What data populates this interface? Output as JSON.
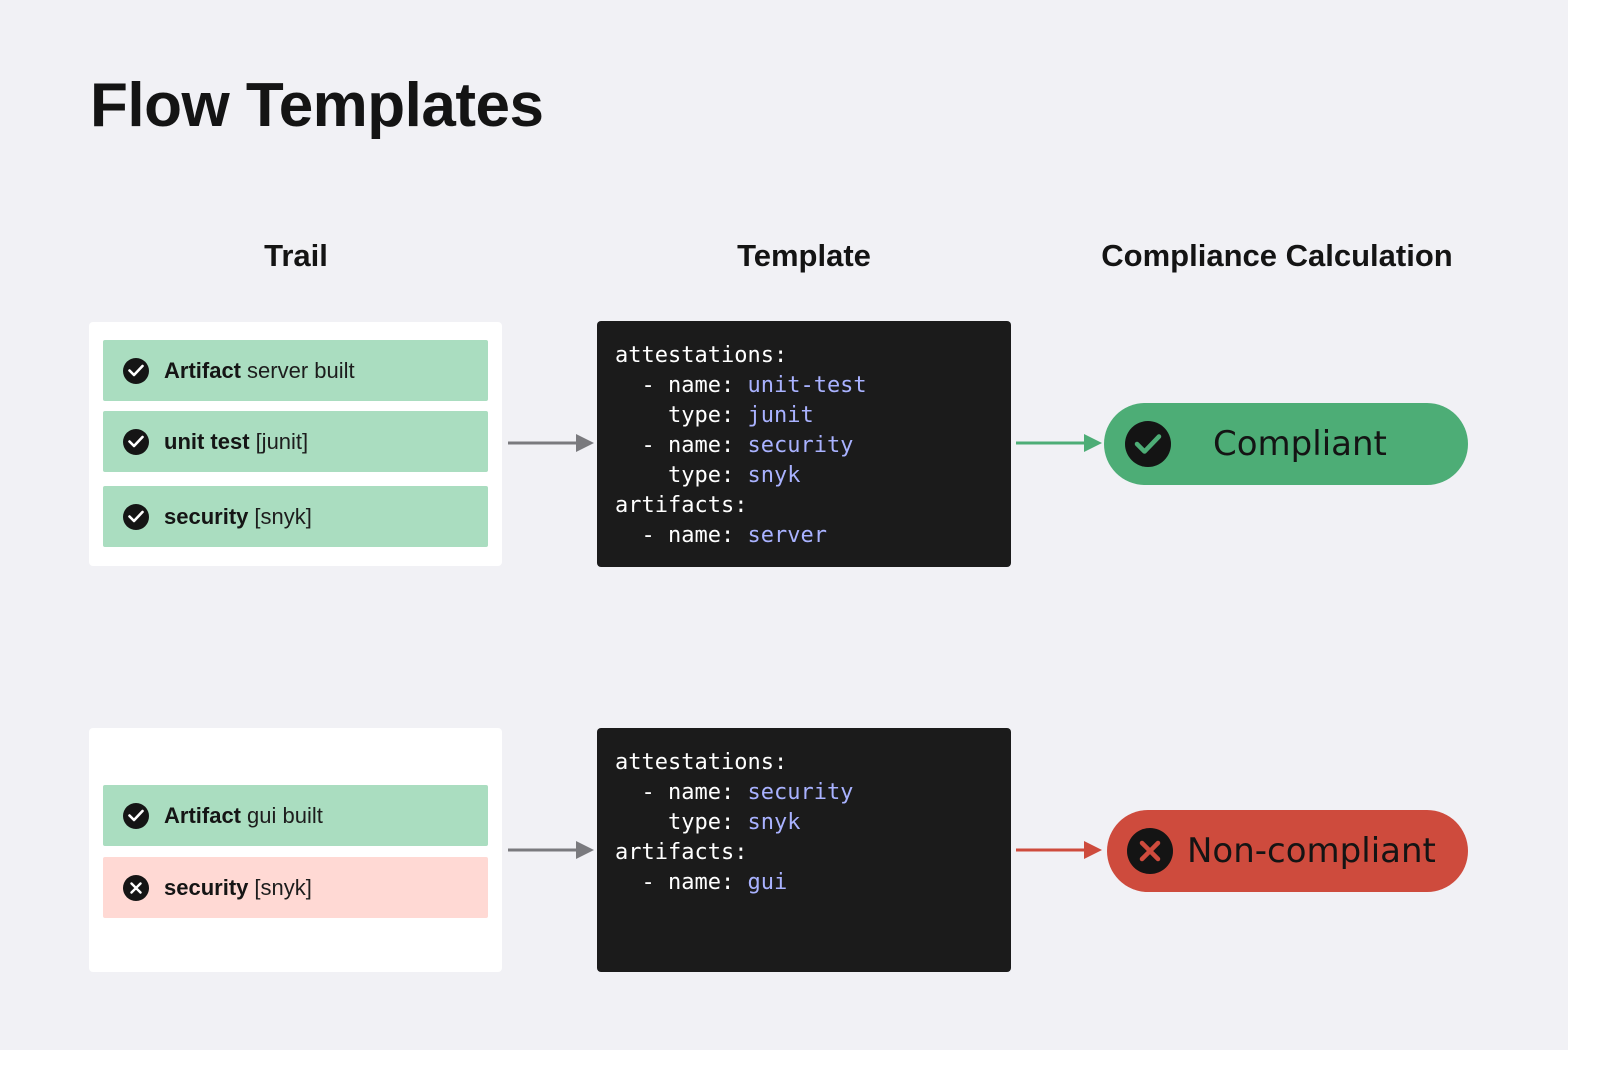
{
  "title": "Flow Templates",
  "columns": {
    "trail": "Trail",
    "template": "Template",
    "compliance": "Compliance Calculation"
  },
  "colors": {
    "pass_bg": "#aaddc0",
    "fail_bg": "#ffd9d4",
    "compliant": "#4dad76",
    "noncompliant": "#ce4b3d",
    "code_value": "#a9b2ff"
  },
  "flows": [
    {
      "trail": [
        {
          "status": "pass",
          "bold": "Artifact",
          "rest": "server built"
        },
        {
          "status": "pass",
          "bold": "unit test",
          "rest": "[junit]"
        },
        {
          "status": "pass",
          "bold": "security",
          "rest": "[snyk]"
        }
      ],
      "template": {
        "attestations_key": "attestations:",
        "attestations": [
          {
            "name_key": "- name:",
            "name": "unit-test",
            "type_key": "type:",
            "type": "junit"
          },
          {
            "name_key": "- name:",
            "name": "security",
            "type_key": "type:",
            "type": "snyk"
          }
        ],
        "artifacts_key": "artifacts:",
        "artifacts": [
          {
            "name_key": "- name:",
            "name": "server"
          }
        ]
      },
      "result": {
        "status": "compliant",
        "label": "Compliant",
        "icon": "check-icon"
      }
    },
    {
      "trail": [
        {
          "status": "pass",
          "bold": "Artifact",
          "rest": "gui built"
        },
        {
          "status": "fail",
          "bold": "security",
          "rest": "[snyk]"
        }
      ],
      "template": {
        "attestations_key": "attestations:",
        "attestations": [
          {
            "name_key": "- name:",
            "name": "security",
            "type_key": "type:",
            "type": "snyk"
          }
        ],
        "artifacts_key": "artifacts:",
        "artifacts": [
          {
            "name_key": "- name:",
            "name": "gui"
          }
        ]
      },
      "result": {
        "status": "noncompliant",
        "label": "Non-compliant",
        "icon": "x-icon"
      }
    }
  ]
}
